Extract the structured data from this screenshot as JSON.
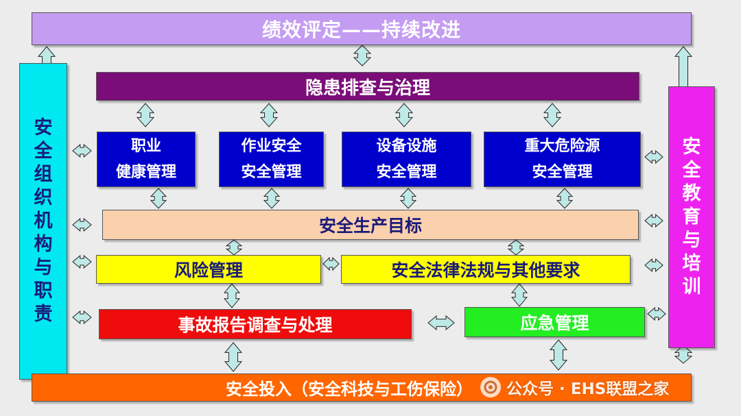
{
  "top": {
    "label": "绩效评定——持续改进",
    "color": "#c49cf2"
  },
  "left": {
    "chars": [
      "安",
      "全",
      "组",
      "织",
      "机",
      "构",
      "与",
      "职",
      "责"
    ],
    "color": "#00e8f0"
  },
  "right": {
    "chars": [
      "安",
      "全",
      "教",
      "育",
      "与",
      "培",
      "训"
    ],
    "color": "#ee22ee"
  },
  "hazard": {
    "label": "隐患排查与治理",
    "color": "#7b0d78"
  },
  "mgmt": [
    {
      "line1": "职业",
      "line2": "健康管理"
    },
    {
      "line1": "作业安全",
      "line2": "安全管理"
    },
    {
      "line1": "设备设施",
      "line2": "安全管理"
    },
    {
      "line1": "重大危险源",
      "line2": "安全管理"
    }
  ],
  "mgmt_color": "#0000cc",
  "goals": {
    "label": "安全生产目标",
    "color": "#fbd0ad"
  },
  "risk": {
    "label": "风险管理",
    "color": "#ffff00"
  },
  "law": {
    "label": "安全法律法规与其他要求",
    "color": "#ffff00"
  },
  "accident": {
    "label": "事故报告调查与处理",
    "color": "#ee0c0c"
  },
  "emergency": {
    "label": "应急管理",
    "color": "#22ee22"
  },
  "bottom": {
    "label": "安全投入（安全科技与工伤保险）",
    "color": "#ff6600"
  },
  "watermark": {
    "text": "公众号 · EHS联盟之家"
  }
}
